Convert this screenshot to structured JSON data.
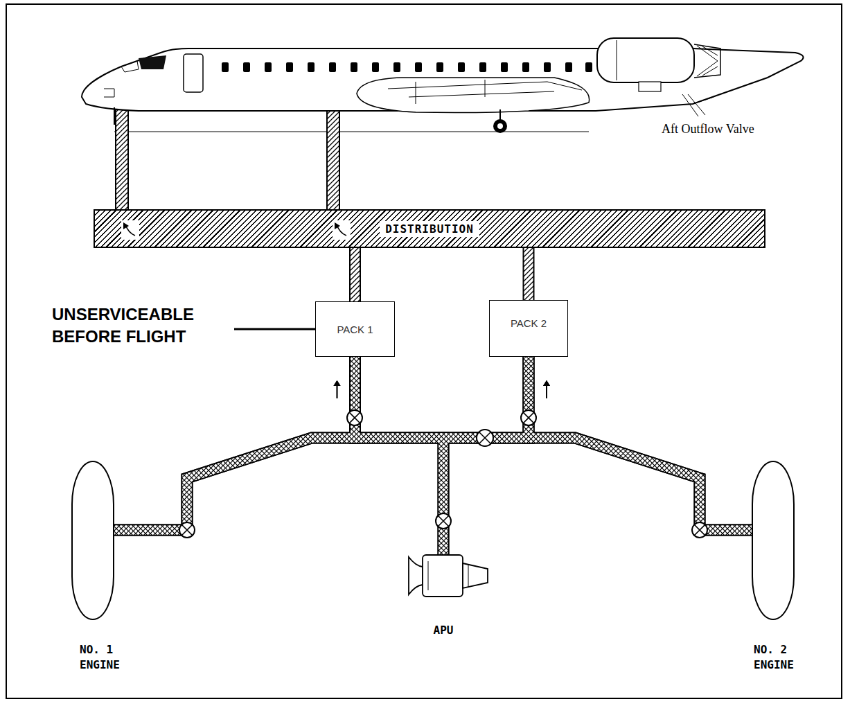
{
  "diagram": {
    "nodes": [
      {
        "text": [
          "DISTRIBUTION"
        ]
      },
      {
        "text": [
          "PACK 1"
        ]
      },
      {
        "text": [
          "PACK 2"
        ]
      },
      {
        "text": [
          "NO. 1 ENGINE"
        ]
      },
      {
        "text": [
          "APU"
        ]
      },
      {
        "text": [
          "NO. 2 ENGINE"
        ]
      }
    ],
    "edges": [
      {
        "from": 3,
        "to": 1,
        "arrow": "to"
      },
      {
        "from": 4,
        "to": 1,
        "arrow": "to"
      },
      {
        "from": 5,
        "to": 1,
        "arrow": "to"
      },
      {
        "from": 3,
        "to": 2,
        "arrow": "to"
      },
      {
        "from": 4,
        "to": 2,
        "arrow": "to"
      },
      {
        "from": 5,
        "to": 2,
        "arrow": "to"
      },
      {
        "from": 1,
        "to": 0,
        "arrow": "none"
      },
      {
        "from": 2,
        "to": 0,
        "arrow": "none"
      }
    ],
    "labels": [
      "UNSERVICEABLE BEFORE FLIGHT",
      "Aft Outflow Valve"
    ]
  }
}
